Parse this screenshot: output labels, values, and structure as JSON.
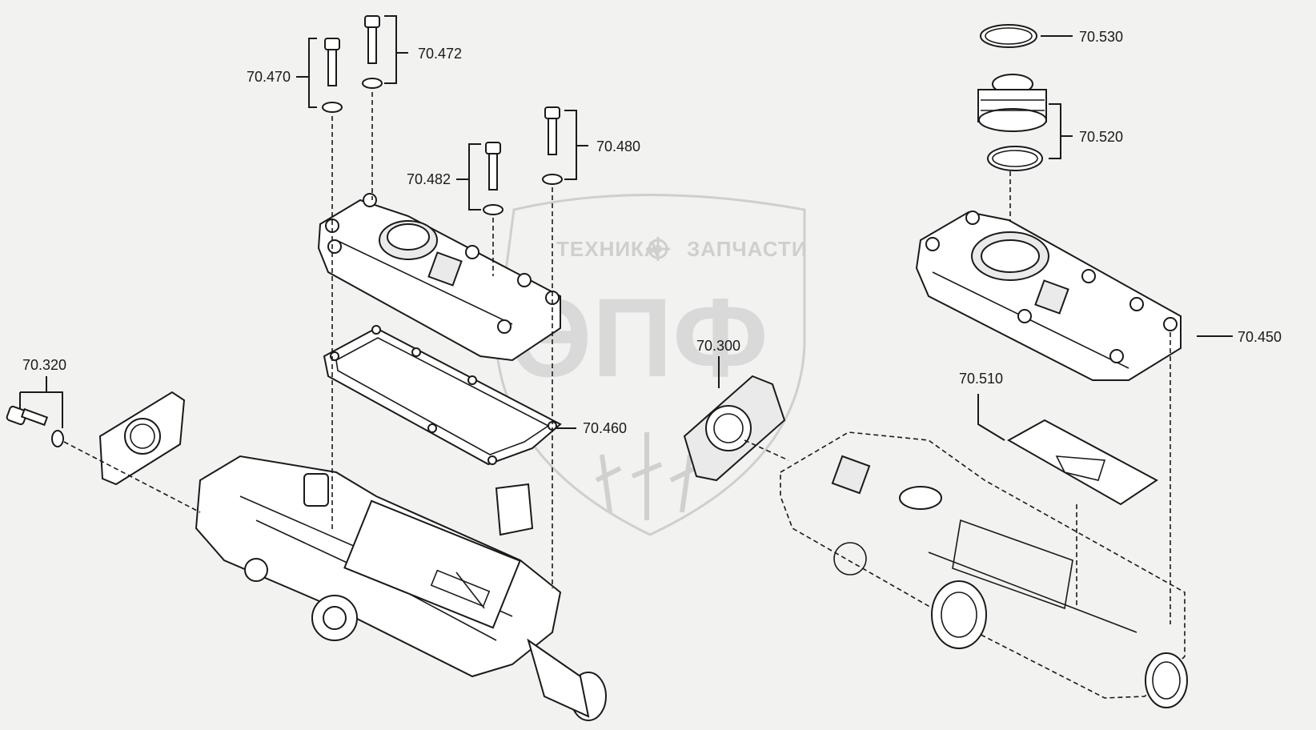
{
  "watermark": {
    "line_left": "ТЕХНИКА",
    "line_right": "ЗАПЧАСТИ",
    "logo": "ЭПФ",
    "gear_icon": "gear-icon",
    "color": "#cfcfcf"
  },
  "callouts": {
    "c70470": "70.470",
    "c70472": "70.472",
    "c70482": "70.482",
    "c70480": "70.480",
    "c70530": "70.530",
    "c70520": "70.520",
    "c70450": "70.450",
    "c70510": "70.510",
    "c70460": "70.460",
    "c70300": "70.300",
    "c70320": "70.320"
  },
  "colors": {
    "line": "#1a1a1a",
    "background": "#f2f2f0"
  }
}
